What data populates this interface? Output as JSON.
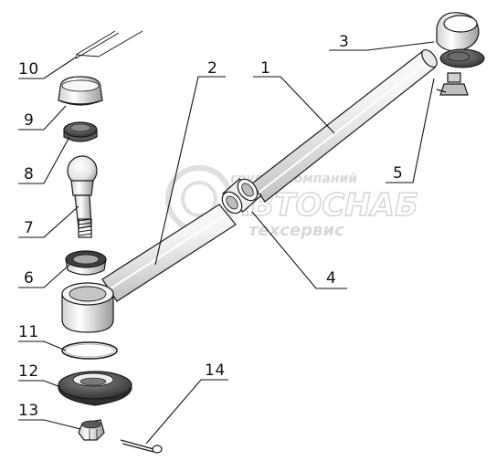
{
  "diagram": {
    "callouts": [
      {
        "id": "c1",
        "label": "1"
      },
      {
        "id": "c2",
        "label": "2"
      },
      {
        "id": "c3",
        "label": "3"
      },
      {
        "id": "c4",
        "label": "4"
      },
      {
        "id": "c5",
        "label": "5"
      },
      {
        "id": "c6",
        "label": "6"
      },
      {
        "id": "c7",
        "label": "7"
      },
      {
        "id": "c8",
        "label": "8"
      },
      {
        "id": "c9",
        "label": "9"
      },
      {
        "id": "c10",
        "label": "10"
      },
      {
        "id": "c11",
        "label": "11"
      },
      {
        "id": "c12",
        "label": "12"
      },
      {
        "id": "c13",
        "label": "13"
      },
      {
        "id": "c14",
        "label": "14"
      }
    ],
    "watermark": {
      "line1": "группа компаний",
      "line2": "АВТОСНАБ",
      "line3": "техсервис"
    },
    "colors": {
      "line": "#1a1a1a",
      "part_fill": "#f2f2f2",
      "part_shade": "#c8c8c8",
      "rubber": "#4a4a4a",
      "watermark": "#d6d6d6"
    }
  }
}
